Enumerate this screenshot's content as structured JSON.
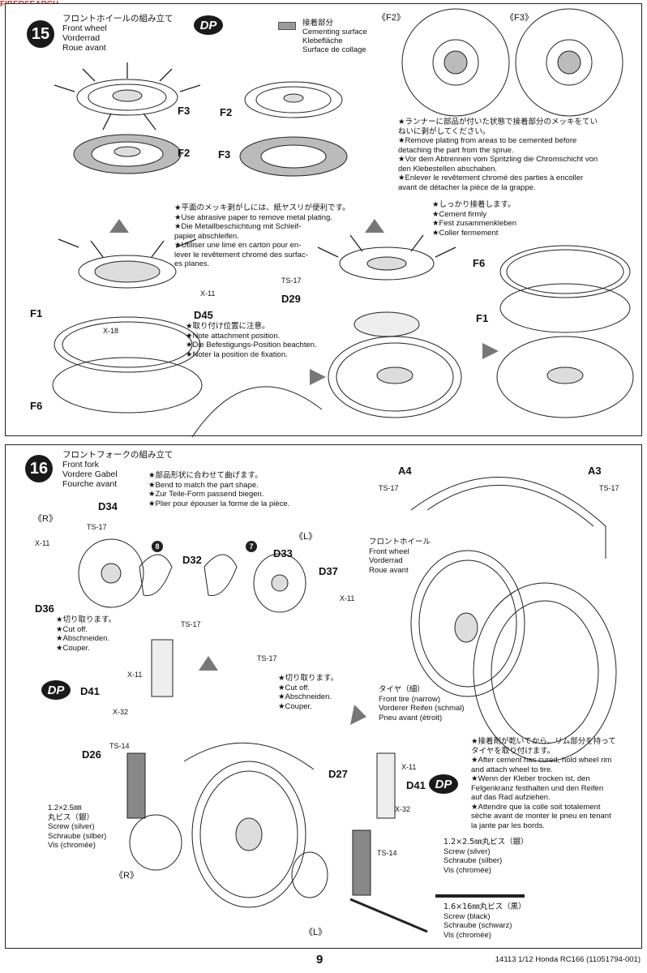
{
  "watermark": "FIBERSEARCH",
  "step15": {
    "number": "15",
    "title_jp": "フロントホイールの組み立て",
    "title_en": "Front wheel",
    "title_de": "Vorderrad",
    "title_fr": "Roue avant",
    "dp": "DP",
    "legend": {
      "jp": "接着部分",
      "en": "Cementing surface",
      "de": "Klebefläche",
      "fr": "Surface de collage"
    },
    "view_f2": "《F2》",
    "view_f3": "《F3》",
    "note_plating": [
      "★ランナーに部品が付いた状態で接着部分のメッキをてい",
      "ねいに剥がしてください。",
      "★Remove plating from areas to be cemented before",
      "detaching the part from the sprue.",
      "★Vor dem Abtrennen vom Spritzling die Chromschicht von",
      "den Klebestellen abschaben.",
      "★Enlever le revêtement chromé des parties à encoller",
      "avant de détacher la pièce de la grappe."
    ],
    "note_abrasive": [
      "★平面のメッキ剥がしには、紙ヤスリが便利です。",
      "★Use abrasive paper to remove metal plating.",
      "★Die Metallbeschichtung mit Schleif-",
      "papier abschleifen.",
      "★Utiliser une lime en carton pour en-",
      "lever le revêtement chromé des surfac-",
      "es planes."
    ],
    "note_cement": [
      "★しっかり接着します。",
      "★Cement firmly",
      "★Fest zusammenkleben",
      "★Coller fermement"
    ],
    "note_attach": [
      "★取り付け位置に注意。",
      "★Note attachment position.",
      "★Die Befestigungs-Position beachten.",
      "★Noter la position de fixation."
    ],
    "labels": {
      "f3_a": "F3",
      "f2_a": "F2",
      "f2_b": "F2",
      "f3_b": "F3",
      "f1_a": "F1",
      "f6_a": "F6",
      "x11": "X-11",
      "x18": "X-18",
      "d45": "D45",
      "ts17": "TS-17",
      "d29": "D29",
      "f6_b": "F6",
      "f1_b": "F1"
    }
  },
  "step16": {
    "number": "16",
    "title_jp": "フロントフォークの組み立て",
    "title_en": "Front fork",
    "title_de": "Vordere Gabel",
    "title_fr": "Fourche avant",
    "note_bend": [
      "★部品形状に合わせて曲げます。",
      "★Bend to match the part shape.",
      "★Zur Teile-Form passend biegen.",
      "★Plier pour épouser la forme de la pièce."
    ],
    "note_cut_a": [
      "★切り取ります。",
      "★Cut off.",
      "★Abschneiden.",
      "★Couper."
    ],
    "note_cut_b": [
      "★切り取ります。",
      "★Cut off.",
      "★Abschneiden.",
      "★Couper."
    ],
    "front_wheel": [
      "フロントホイール",
      "Front wheel",
      "Vorderrad",
      "Roue avant"
    ],
    "front_tire": [
      "タイヤ（細）",
      "Front tire (narrow)",
      "Vorderer Reifen (schmal)",
      "Pneu avant (étroit)"
    ],
    "note_cured": [
      "★接着剤が乾いてから、リム部分を持って",
      "タイヤを取り付けます。",
      "★After cement has cured, hold wheel rim",
      "and attach wheel to tire.",
      "★Wenn der Kleber trocken ist, den",
      "Felgenkranz festhalten und den Reifen",
      "auf das Rad aufziehen.",
      "★Attendre que la colle soit totalement",
      "sèche avant de monter le pneu en tenant",
      "la jante par les bords."
    ],
    "screw_silver_left": [
      "1.2×2.5㎜",
      "丸ビス（銀）",
      "Screw (silver)",
      "Schraube (silber)",
      "Vis (chromée)"
    ],
    "screw_silver_right": [
      "1.2×2.5㎜丸ビス（銀）",
      "Screw (silver)",
      "Schraube (silber)",
      "Vis (chromée)"
    ],
    "screw_black": [
      "1.6×16㎜丸ビス（黒）",
      "Screw (black)",
      "Schraube (schwarz)",
      "Vis (chromée)"
    ],
    "labels": {
      "r_a": "《R》",
      "l_a": "《L》",
      "r_b": "《R》",
      "l_b": "《L》",
      "d34": "D34",
      "ts17_a": "TS-17",
      "x11_a": "X-11",
      "d36": "D36",
      "d32": "D32",
      "ts17_b": "TS-17",
      "d33": "D33",
      "d37": "D37",
      "x11_b": "X-11",
      "ts17_c": "TS-17",
      "n8": "8",
      "n7": "7",
      "a4": "A4",
      "a3": "A3",
      "ts17_d": "TS-17",
      "ts17_e": "TS-17",
      "dp1": "DP",
      "d41_a": "D41",
      "x11_c": "X-11",
      "x32_a": "X-32",
      "ts14_a": "TS-14",
      "d26": "D26",
      "d27": "D27",
      "x11_d": "X-11",
      "d41_b": "D41",
      "dp2": "DP",
      "x32_b": "X-32",
      "ts14_b": "TS-14"
    }
  },
  "footer": {
    "page": "9",
    "code": "14113  1/12 Honda RC166 (11051794-001)"
  }
}
